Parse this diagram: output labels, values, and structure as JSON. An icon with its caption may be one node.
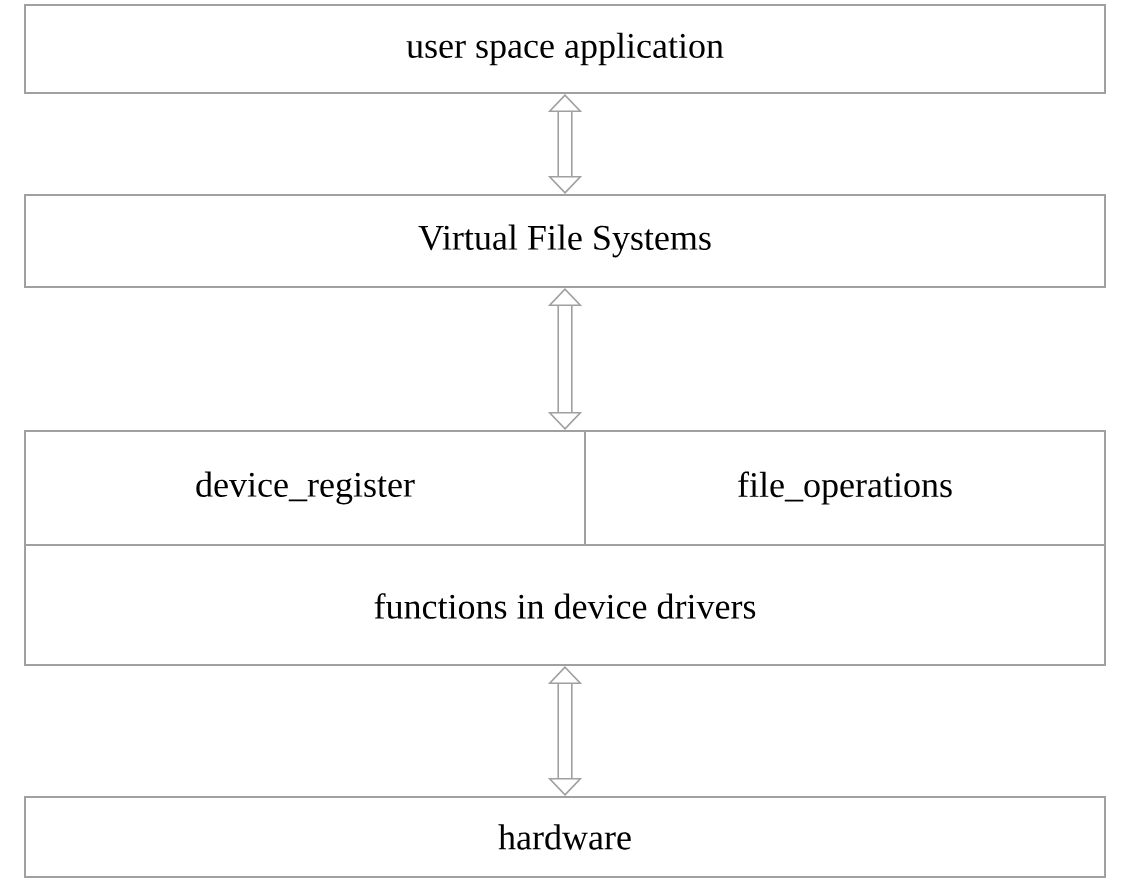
{
  "diagram": {
    "nodes": [
      {
        "text": [
          "user space application"
        ]
      },
      {
        "text": [
          "Virtual File Systems"
        ]
      },
      {
        "text": [
          "functions in device drivers"
        ]
      },
      {
        "text": [
          "device_register"
        ],
        "in": 2
      },
      {
        "text": [
          "file_operations"
        ],
        "in": 2
      },
      {
        "text": [
          "hardware"
        ]
      }
    ],
    "edges": [
      {
        "from": 0,
        "to": 1,
        "arrow": "both"
      },
      {
        "from": 1,
        "to": 2,
        "arrow": "both"
      },
      {
        "from": 2,
        "to": 5,
        "arrow": "both"
      }
    ]
  }
}
